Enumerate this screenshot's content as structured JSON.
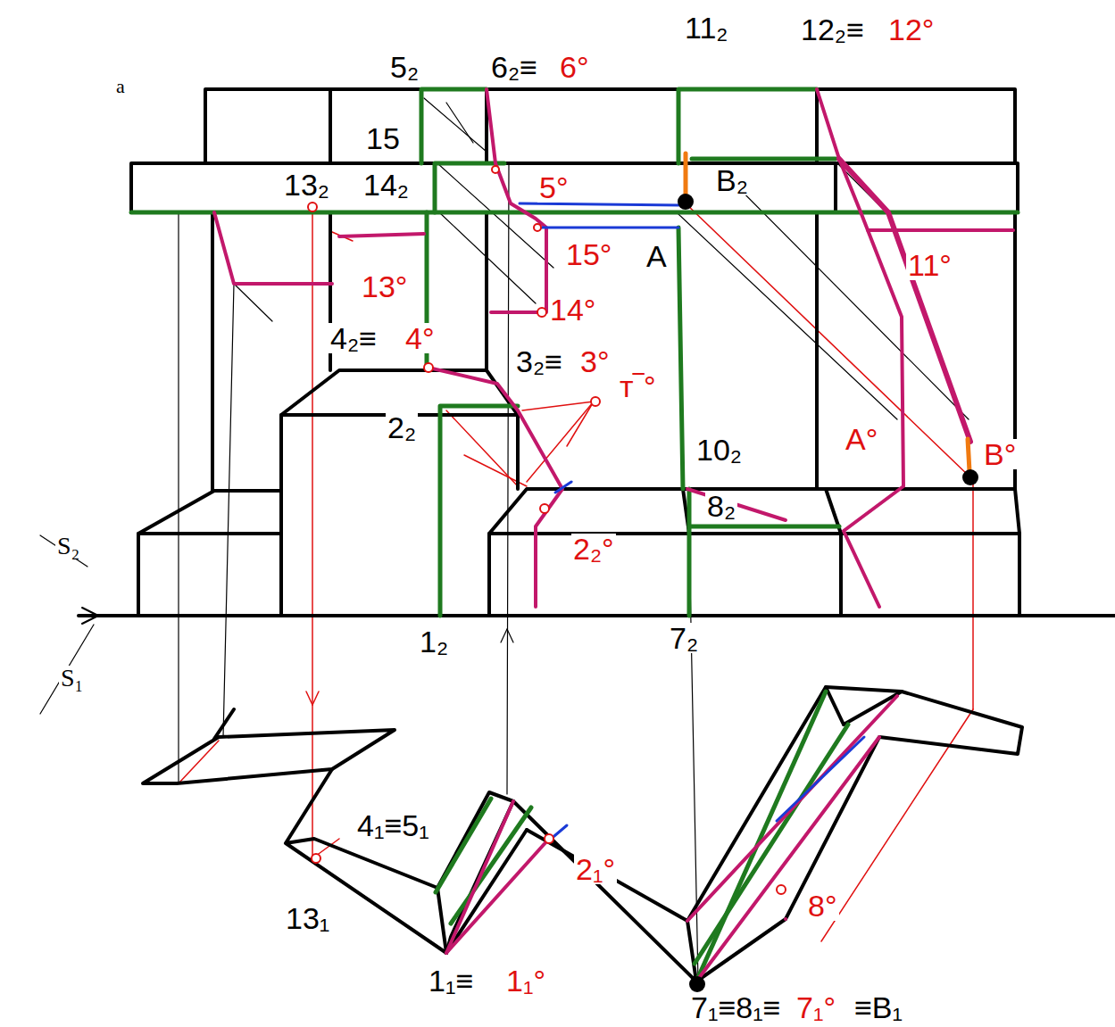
{
  "diagram": {
    "labels": [
      "a",
      "5₂",
      "6₂≡",
      "6°",
      "11₂",
      "12₂≡",
      "12°",
      "15",
      "13₂",
      "14₂",
      "5°",
      "B₂",
      "15°",
      "A",
      "13°",
      "14°",
      "11°",
      "4₂≡",
      "4°",
      "3₂≡",
      "3°",
      "т‾°",
      "2₂",
      "10₂",
      "A°",
      "B°",
      "8₂",
      "2₂°",
      "S₂",
      "S₁",
      "1₂",
      "7₂",
      "4₁≡5₁",
      "2₁°",
      "13₁",
      "8°",
      "1₁≡",
      "1₁°",
      "7₁≡8₁≡",
      "7₁°",
      "≡B₁"
    ]
  }
}
